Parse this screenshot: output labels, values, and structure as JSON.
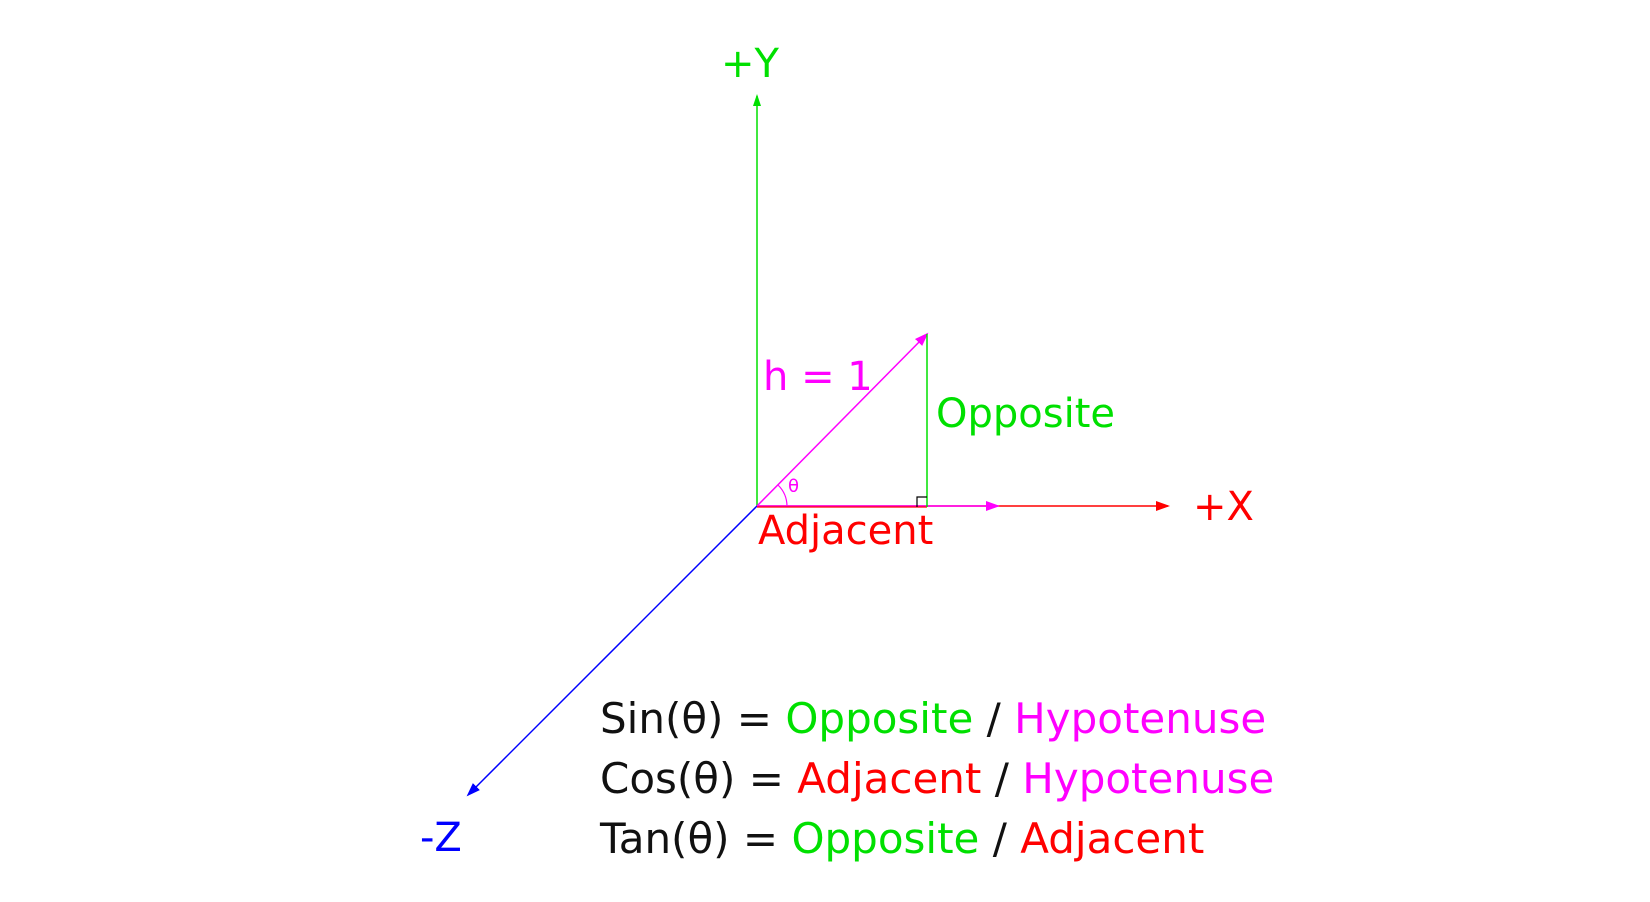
{
  "colors": {
    "y_axis": "#00e000",
    "x_axis": "#ff0000",
    "z_axis": "#0000ff",
    "hypotenuse": "#ff00ff",
    "opposite": "#00e000",
    "adjacent": "#ff0000",
    "text_black": "#111111",
    "right_angle_marker": "#000000"
  },
  "axes": {
    "y_label": "+Y",
    "x_label": "+X",
    "z_label": "-Z"
  },
  "triangle": {
    "hypotenuse_label": "h = 1",
    "opposite_label": "Opposite",
    "adjacent_label": "Adjacent",
    "angle_label": "θ"
  },
  "formulas": [
    {
      "func": "Sin(θ)",
      "eq": "=",
      "num": "Opposite",
      "num_color": "opposite",
      "slash": "/",
      "den": "Hypotenuse",
      "den_color": "hypotenuse"
    },
    {
      "func": "Cos(θ)",
      "eq": "=",
      "num": "Adjacent",
      "num_color": "adjacent",
      "slash": "/",
      "den": "Hypotenuse",
      "den_color": "hypotenuse"
    },
    {
      "func": "Tan(θ)",
      "eq": "=",
      "num": "Opposite",
      "num_color": "opposite",
      "slash": "/",
      "den": "Adjacent",
      "den_color": "adjacent"
    }
  ]
}
